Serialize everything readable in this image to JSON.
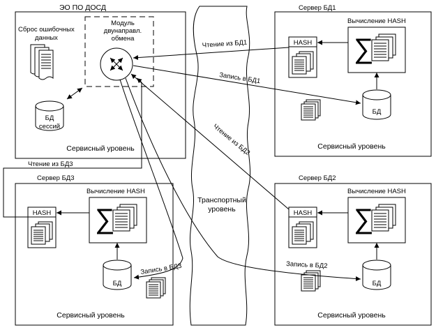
{
  "eo": {
    "title": "ЭО ПО ДОСД",
    "module_line1": "Модуль",
    "module_line2": "двунаправл.",
    "module_line3": "обмена",
    "error_reset_line1": "Сброс ошибочных",
    "error_reset_line2": "данных",
    "session_db_line1": "БД",
    "session_db_line2": "сессий",
    "level": "Сервисный уровень"
  },
  "transport": {
    "line1": "Транспортный",
    "line2": "уровень"
  },
  "server1": {
    "title": "Сервер БД1",
    "compute_label": "Вычисление HASH",
    "hash_label": "HASH",
    "db_label": "БД",
    "level": "Сервисный уровень",
    "read_label": "Чтение из БД1",
    "write_label": "Запись в БД1"
  },
  "server2": {
    "title": "Сервер БД2",
    "compute_label": "Вычисление HASH",
    "hash_label": "HASH",
    "db_label": "БД",
    "level": "Сервисный уровень",
    "read_label": "Чтение из БД2",
    "write_label": "Запись в БД2"
  },
  "server3": {
    "title": "Сервер БД3",
    "compute_label": "Вычисление HASH",
    "hash_label": "HASH",
    "db_label": "БД",
    "level": "Сервисный уровень",
    "read_label": "Чтение из БД3",
    "write_label": "Запись в БД3"
  },
  "icons": {
    "sum_symbol": "∑"
  }
}
